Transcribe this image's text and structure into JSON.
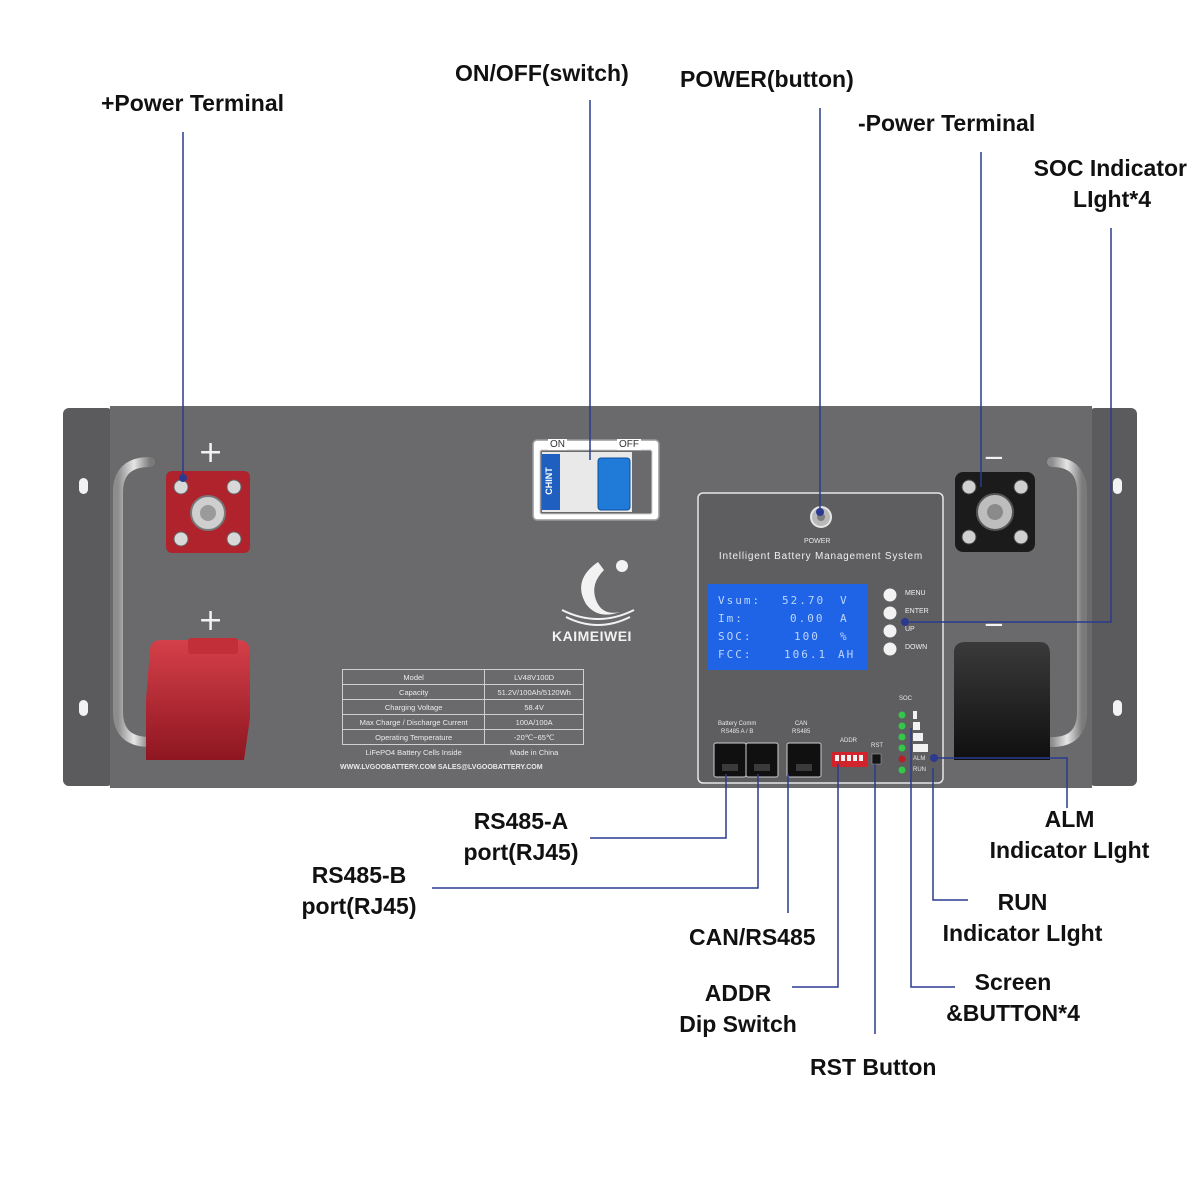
{
  "callouts": {
    "pos_terminal": "+Power Terminal",
    "on_off": "ON/OFF(switch)",
    "power_button": "POWER(button)",
    "neg_terminal": "-Power Terminal",
    "soc_indicator": [
      "SOC Indicator",
      "LIght*4"
    ],
    "alm_indicator": [
      "ALM",
      "Indicator LIght"
    ],
    "run_indicator": [
      "RUN",
      "Indicator LIght"
    ],
    "screen_buttons": [
      "Screen",
      "&BUTTON*4"
    ],
    "rs485a": [
      "RS485-A",
      "port(RJ45)"
    ],
    "rs485b": [
      "RS485-B",
      "port(RJ45)"
    ],
    "can_rs485": "CAN/RS485",
    "addr_dip": [
      "ADDR",
      "Dip Switch"
    ],
    "rst_button": "RST Button"
  },
  "panel": {
    "plus_top": "+",
    "plus_bottom": "+",
    "minus_top": "−",
    "minus_bottom": "−",
    "breaker_on": "ON",
    "breaker_off": "OFF",
    "breaker_brand": "CHINT",
    "brand": "KAIMEIWEI",
    "power_label": "POWER",
    "bms_title": "Intelligent Battery Management System",
    "lcd": [
      {
        "label": "Vsum:",
        "value": "52.70",
        "unit": "V"
      },
      {
        "label": "Im:",
        "value": "0.00",
        "unit": "A"
      },
      {
        "label": "SOC:",
        "value": "100",
        "unit": "%"
      },
      {
        "label": "FCC:",
        "value": "106.1",
        "unit": "AH"
      }
    ],
    "buttons": [
      "MENU",
      "ENTER",
      "UP",
      "DOWN"
    ],
    "spec_table": [
      [
        "Model",
        "LV48V100D"
      ],
      [
        "Capacity",
        "51.2V/100Ah/5120Wh"
      ],
      [
        "Charging Voltage",
        "58.4V"
      ],
      [
        "Max Charge / Discharge Current",
        "100A/100A"
      ],
      [
        "Operating Temperature",
        "-20℃~65℃"
      ],
      [
        "LiFePO4 Battery Cells Inside",
        "Made in China"
      ]
    ],
    "website": "WWW.LVGOOBATTERY.COM   SALES@LVGOOBATTERY.COM",
    "port_label_rs485": [
      "Battery Comm",
      "RS485 A / B"
    ],
    "port_label_can": [
      "CAN",
      "RS485"
    ],
    "addr_label": "ADDR",
    "rst_label": "RST",
    "soc_label": "SOC",
    "alm_label": "ALM",
    "run_label": "RUN"
  },
  "colors": {
    "panel": "#6a6a6c",
    "leader_line": "#2b3a8f",
    "lcd": "#1f63e6",
    "terminal_red": "#b0222c",
    "terminal_black": "#1b1b1b"
  }
}
